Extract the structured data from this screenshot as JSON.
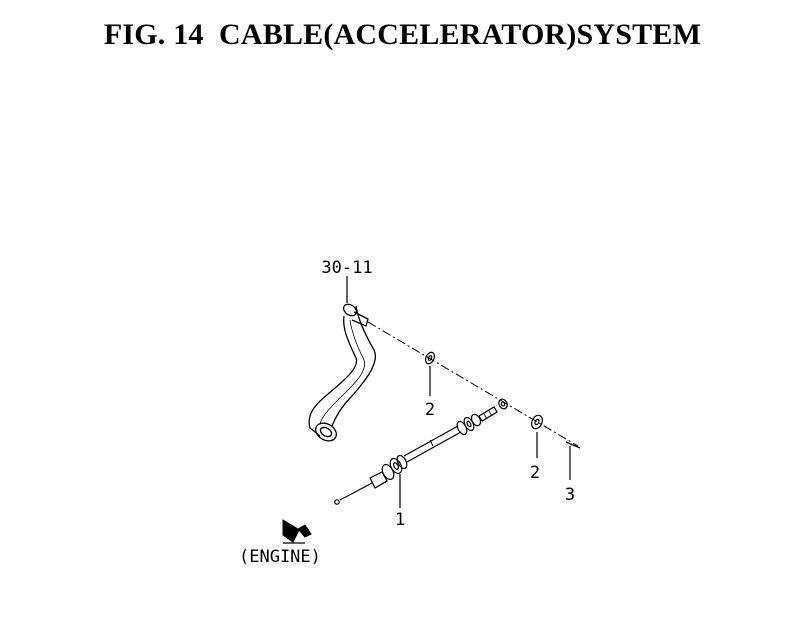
{
  "title": "FIG. 14  CABLE(ACCELERATOR)SYSTEM",
  "callouts": {
    "pedal": "30-11",
    "washer_upper": "2",
    "washer_lower": "2",
    "pin": "3",
    "cable": "1",
    "engine": "(ENGINE)"
  },
  "colors": {
    "ink": "#000000",
    "background": "#ffffff"
  }
}
